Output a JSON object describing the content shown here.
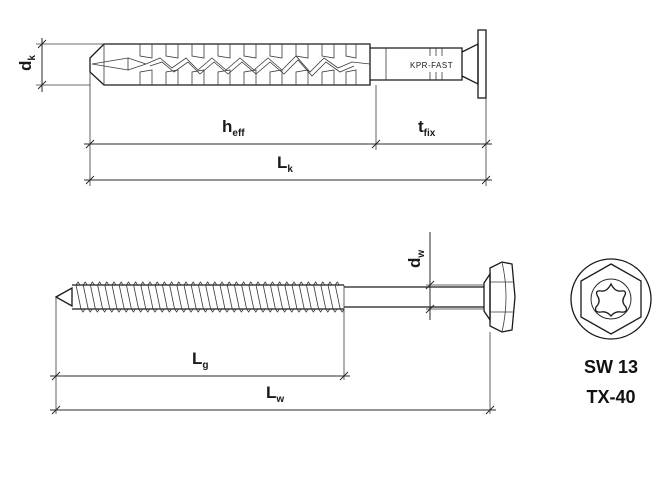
{
  "anchor": {
    "brand": "KPR-FAST",
    "labels": {
      "dk": {
        "main": "d",
        "sub": "k"
      },
      "heff": {
        "main": "h",
        "sub": "eff"
      },
      "tfix": {
        "main": "t",
        "sub": "fix"
      },
      "Lk": {
        "main": "L",
        "sub": "k"
      }
    }
  },
  "screw": {
    "labels": {
      "dw": {
        "main": "d",
        "sub": "w"
      },
      "Lg": {
        "main": "L",
        "sub": "g"
      },
      "Lw": {
        "main": "L",
        "sub": "w"
      }
    }
  },
  "drive": {
    "line1": "SW 13",
    "line2": "TX-40"
  }
}
